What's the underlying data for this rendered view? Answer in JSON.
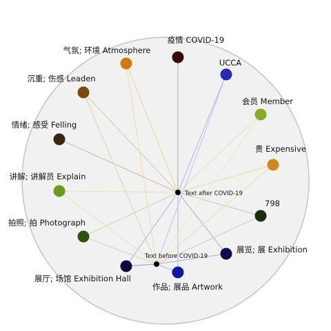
{
  "nodes": [
    {
      "id": "covid",
      "label": "疫情 COVID-19",
      "color": "#3a0808"
    },
    {
      "id": "ucca",
      "label": "UCCA",
      "color": "#2a2ab4"
    },
    {
      "id": "member",
      "label": "会员 Member",
      "color": "#8aa924"
    },
    {
      "id": "expensive",
      "label": "贵 Expensive",
      "color": "#d18a1e"
    },
    {
      "id": "n798",
      "label": "798",
      "color": "#1d2d0c"
    },
    {
      "id": "exhibition",
      "label": "展览; 展 Exhibition",
      "color": "#0d0d4e"
    },
    {
      "id": "artwork",
      "label": "作品; 展品 Artwork",
      "color": "#0e17a8"
    },
    {
      "id": "hall",
      "label": "展厅; 场馆 Exhibition Hall",
      "color": "#0b0b3a"
    },
    {
      "id": "photograph",
      "label": "拍照; 拍 Photograph",
      "color": "#2f520e"
    },
    {
      "id": "explain",
      "label": "讲解; 讲解员 Explain",
      "color": "#6c9a1c"
    },
    {
      "id": "felling",
      "label": "情绪; 感受 Felling",
      "color": "#3b2410"
    },
    {
      "id": "leaden",
      "label": "沉重; 伤感 Leaden",
      "color": "#7a4a10"
    },
    {
      "id": "atmosphere",
      "label": "气氛; 环境 Atmosphere",
      "color": "#d07a10"
    }
  ],
  "centers": [
    {
      "id": "after",
      "label": "Text after COVID-19"
    },
    {
      "id": "before",
      "label": "Text before COVID-19"
    }
  ],
  "edges": [
    {
      "from": "after",
      "to": "covid",
      "color": "#b8a8a8"
    },
    {
      "from": "after",
      "to": "ucca",
      "color": "#b6b6e8"
    },
    {
      "from": "after",
      "to": "member",
      "color": "#dfe8b4"
    },
    {
      "from": "after",
      "to": "expensive",
      "color": "#f0d8a8"
    },
    {
      "from": "after",
      "to": "n798",
      "color": "#c8c8b4"
    },
    {
      "from": "after",
      "to": "exhibition",
      "color": "#b4b4d0"
    },
    {
      "from": "after",
      "to": "artwork",
      "color": "#b8bce0"
    },
    {
      "from": "after",
      "to": "hall",
      "color": "#b8b8cc"
    },
    {
      "from": "after",
      "to": "photograph",
      "color": "#ccd4b4"
    },
    {
      "from": "after",
      "to": "explain",
      "color": "#dfe8b8"
    },
    {
      "from": "after",
      "to": "felling",
      "color": "#c8bcae"
    },
    {
      "from": "after",
      "to": "leaden",
      "color": "#dccaa8"
    },
    {
      "from": "after",
      "to": "atmosphere",
      "color": "#f0d4a4"
    },
    {
      "from": "before",
      "to": "ucca",
      "color": "#c4c4ec"
    },
    {
      "from": "before",
      "to": "member",
      "color": "#e4ecc0"
    },
    {
      "from": "before",
      "to": "expensive",
      "color": "#f2dcb0"
    },
    {
      "from": "before",
      "to": "n798",
      "color": "#d0d0c0"
    },
    {
      "from": "before",
      "to": "exhibition",
      "color": "#aeaed0"
    },
    {
      "from": "before",
      "to": "artwork",
      "color": "#b4b8e4"
    },
    {
      "from": "before",
      "to": "hall",
      "color": "#9a9ab8"
    },
    {
      "from": "before",
      "to": "photograph",
      "color": "#d0d8b8"
    },
    {
      "from": "before",
      "to": "explain",
      "color": "#e0e8c0"
    },
    {
      "from": "before",
      "to": "leaden",
      "color": "#e2d2b4"
    },
    {
      "from": "before",
      "to": "atmosphere",
      "color": "#f2dab0"
    }
  ],
  "colors": {
    "ring_fill": "#f1f1f1",
    "ring_stroke": "#c4c4c4",
    "center_dot": "#000000"
  }
}
